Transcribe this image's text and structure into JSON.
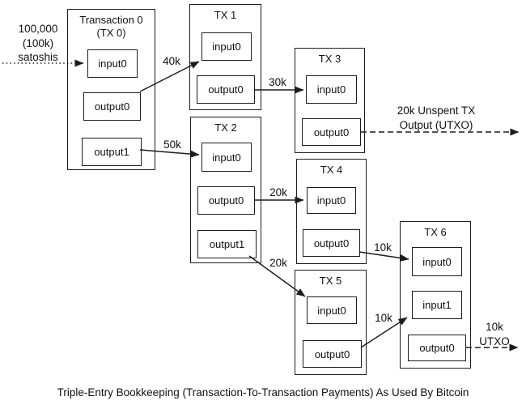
{
  "source": {
    "line1": "100,000",
    "line2": "(100k)",
    "line3": "satoshis"
  },
  "nodes": {
    "tx0": {
      "title1": "Transaction 0",
      "title2": "(TX 0)",
      "input0": "input0",
      "output0": "output0",
      "output1": "output1"
    },
    "tx1": {
      "title": "TX 1",
      "input0": "input0",
      "output0": "output0"
    },
    "tx2": {
      "title": "TX 2",
      "input0": "input0",
      "output0": "output0",
      "output1": "output1"
    },
    "tx3": {
      "title": "TX 3",
      "input0": "input0",
      "output0": "output0"
    },
    "tx4": {
      "title": "TX 4",
      "input0": "input0",
      "output0": "output0"
    },
    "tx5": {
      "title": "TX 5",
      "input0": "input0",
      "output0": "output0"
    },
    "tx6": {
      "title": "TX 6",
      "input0": "input0",
      "input1": "input1",
      "output0": "output0"
    }
  },
  "edge_labels": {
    "tx0_to_tx1": "40k",
    "tx0_to_tx2": "50k",
    "tx1_to_tx3": "30k",
    "tx2_to_tx4": "20k",
    "tx2_to_tx5": "20k",
    "tx4_to_tx6": "10k",
    "tx5_to_tx6": "10k",
    "tx3_utxo_line1": "20k Unspent TX",
    "tx3_utxo_line2": "Output (UTXO)",
    "tx6_utxo_line1": "10k",
    "tx6_utxo_line2": "UTXO"
  },
  "caption": "Triple-Entry Bookkeeping (Transaction-To-Transaction Payments) As Used By Bitcoin",
  "colors": {
    "line": "#1d1d1d",
    "text": "#111111",
    "background": "#ffffff"
  }
}
